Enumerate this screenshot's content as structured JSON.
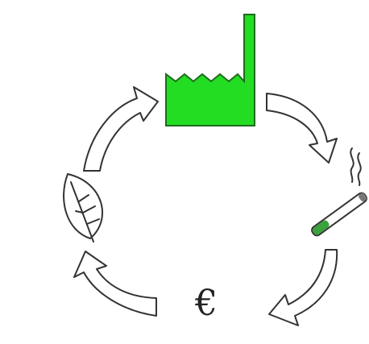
{
  "diagram": {
    "symbols": {
      "factory": {
        "icon": "factory-icon",
        "color": "#22dd22"
      },
      "smoke": {
        "icon": "smoke-icon"
      },
      "cigarette": {
        "icon": "cigarette-icon",
        "filter_color": "#3aa23a"
      },
      "money": {
        "icon": "euro-icon",
        "text": "€"
      },
      "leaf": {
        "icon": "leaf-icon"
      }
    },
    "flow": {
      "direction": "clockwise",
      "cycle": [
        "factory",
        "cigarette",
        "money",
        "leaf",
        "factory"
      ]
    },
    "colors": {
      "outline": "#333333",
      "arrow_fill": "#ffffff"
    }
  }
}
